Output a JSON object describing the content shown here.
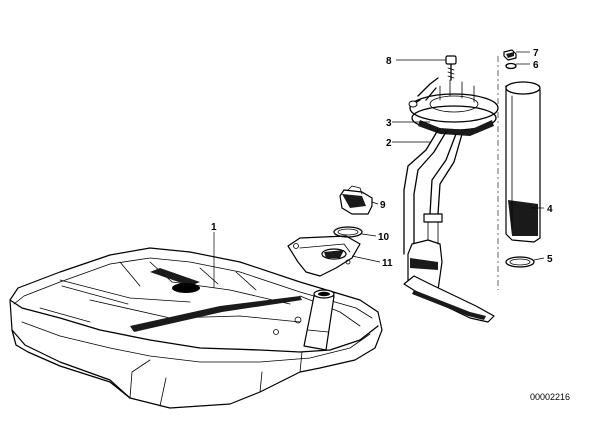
{
  "callouts": [
    {
      "id": "1",
      "label": "1"
    },
    {
      "id": "2",
      "label": "2"
    },
    {
      "id": "3",
      "label": "3"
    },
    {
      "id": "4",
      "label": "4"
    },
    {
      "id": "5",
      "label": "5"
    },
    {
      "id": "6",
      "label": "6"
    },
    {
      "id": "7",
      "label": "7"
    },
    {
      "id": "8",
      "label": "8"
    },
    {
      "id": "9",
      "label": "9"
    },
    {
      "id": "10",
      "label": "10"
    },
    {
      "id": "11",
      "label": "11"
    }
  ],
  "reference_number": "00002216"
}
